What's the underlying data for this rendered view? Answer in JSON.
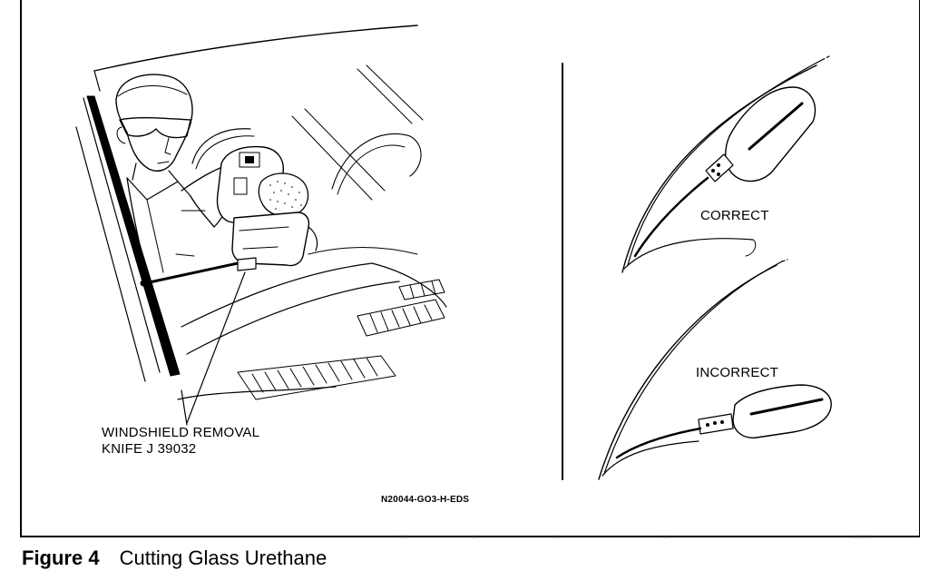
{
  "callouts": {
    "knife_line1": "WINDSHIELD REMOVAL",
    "knife_line2": "KNIFE J 39032",
    "correct": "CORRECT",
    "incorrect": "INCORRECT"
  },
  "figure_code": "N20044-GO3-H-EDS",
  "caption": {
    "number": "Figure 4",
    "title": "Cutting Glass Urethane"
  }
}
